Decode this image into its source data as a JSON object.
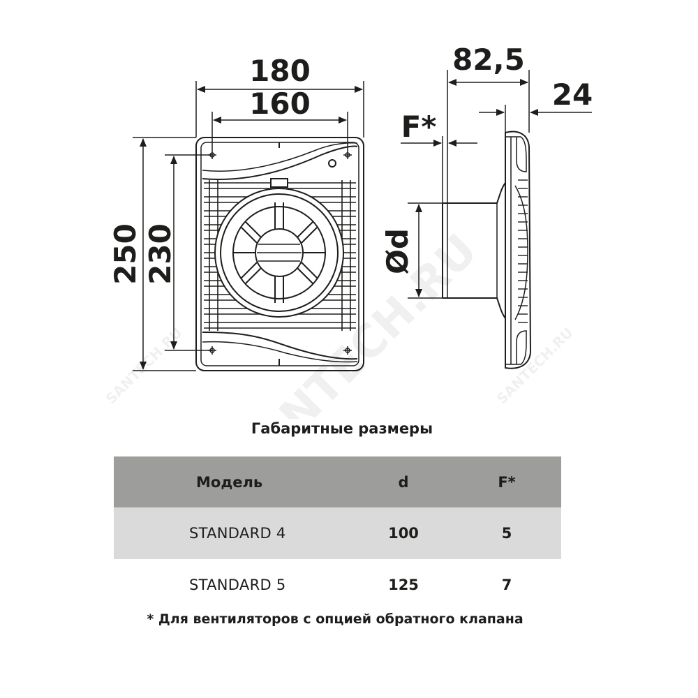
{
  "drawing": {
    "dimensions": {
      "width_outer": "180",
      "width_inner": "160",
      "height_outer": "250",
      "height_inner": "230",
      "depth": "82,5",
      "panel": "24",
      "flange": "F*",
      "diameter": "Ød"
    },
    "watermark": "SANTECH.RU",
    "colors": {
      "line": "#1d1d1b",
      "header_bg": "#9d9d9c",
      "row_bg": "#dadada"
    }
  },
  "table": {
    "title": "Габаритные размеры",
    "headers": {
      "model": "Модель",
      "d": "d",
      "f": "F*"
    },
    "rows": [
      {
        "model": "STANDARD 4",
        "d": "100",
        "f": "5"
      },
      {
        "model": "STANDARD 5",
        "d": "125",
        "f": "7"
      }
    ]
  },
  "footnote": "* Для вентиляторов с опцией обратного клапана"
}
